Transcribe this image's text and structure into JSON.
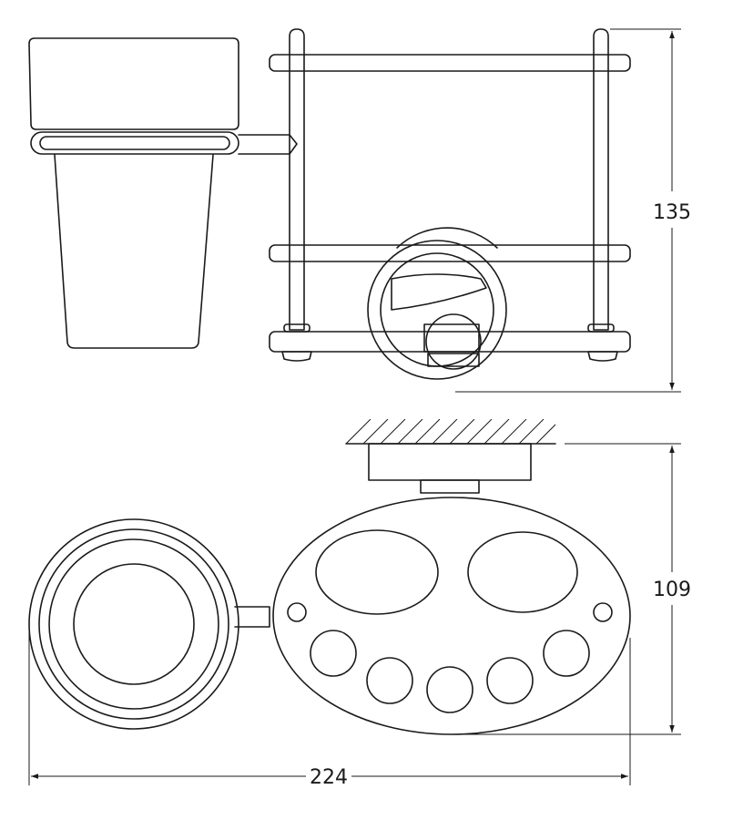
{
  "drawing": {
    "height_label": "135",
    "depth_label": "109",
    "width_label": "224"
  }
}
